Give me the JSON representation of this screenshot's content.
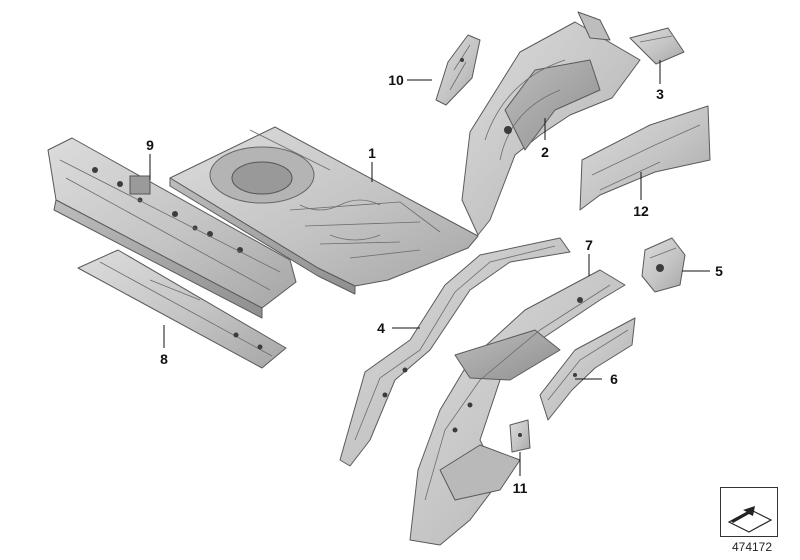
{
  "callouts": [
    {
      "id": "1",
      "text": "1"
    },
    {
      "id": "2",
      "text": "2"
    },
    {
      "id": "3",
      "text": "3"
    },
    {
      "id": "4",
      "text": "4"
    },
    {
      "id": "5",
      "text": "5"
    },
    {
      "id": "6",
      "text": "6"
    },
    {
      "id": "7",
      "text": "7"
    },
    {
      "id": "8",
      "text": "8"
    },
    {
      "id": "9",
      "text": "9"
    },
    {
      "id": "10",
      "text": "10"
    },
    {
      "id": "11",
      "text": "11"
    },
    {
      "id": "12",
      "text": "12"
    }
  ],
  "diagram_id": "474172",
  "colors": {
    "part_fill": "#c9c9c9",
    "part_shade": "#a9a9a9",
    "line": "#111111",
    "background": "#ffffff"
  },
  "icons": {
    "legend": "view-direction-arrow-icon"
  }
}
